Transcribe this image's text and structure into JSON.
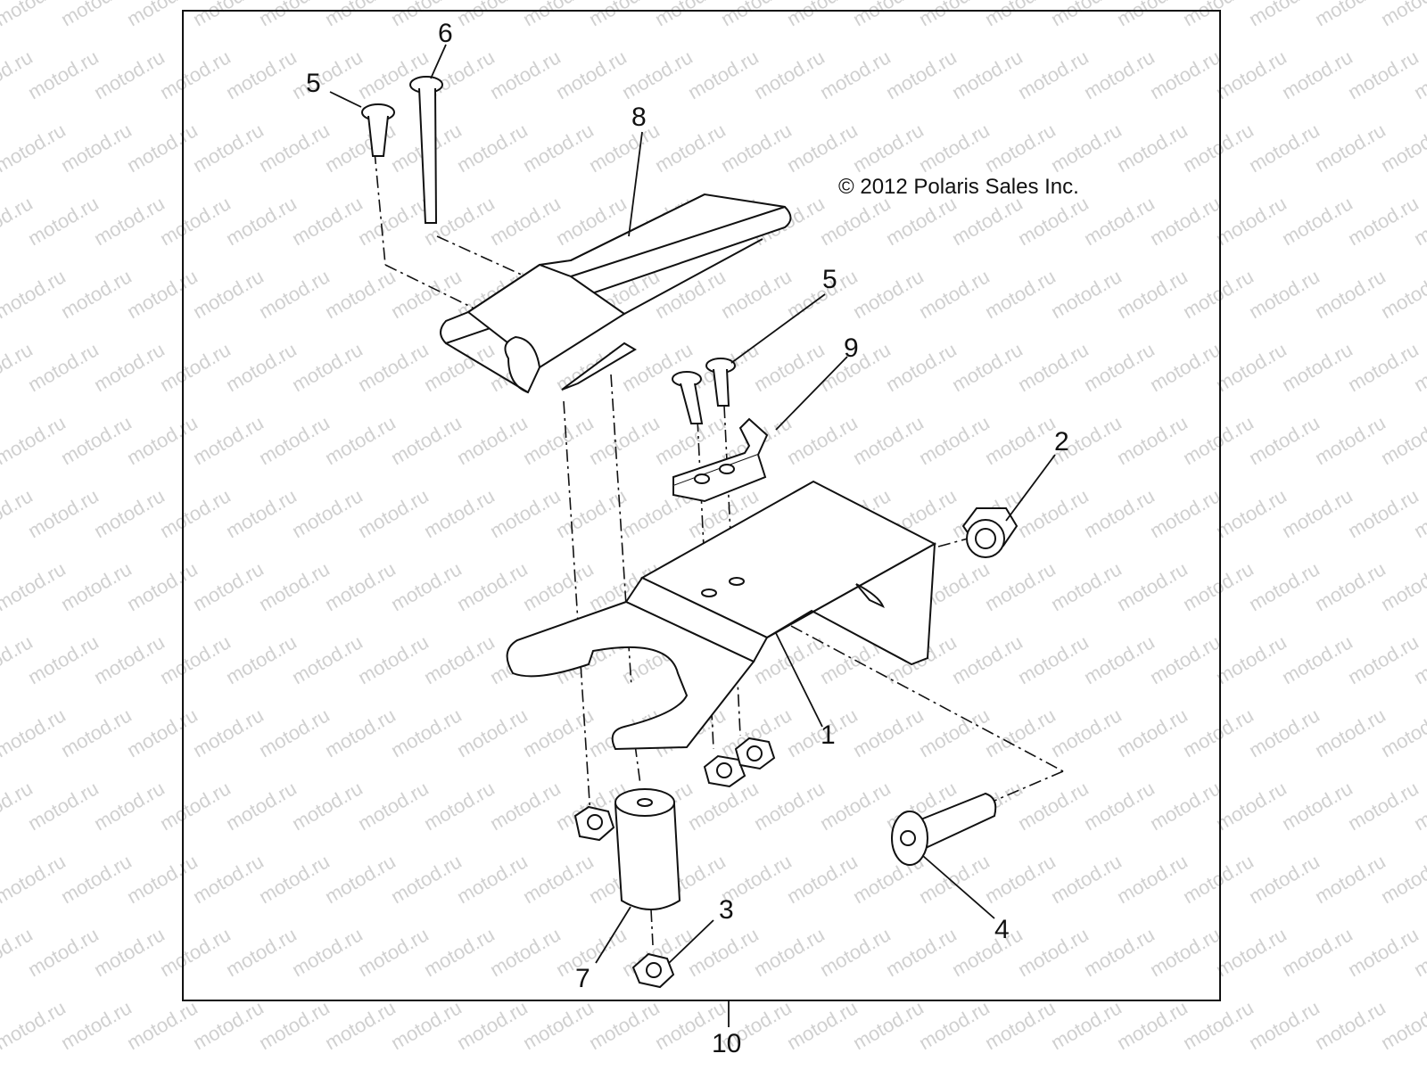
{
  "diagram": {
    "copyright": "© 2012 Polaris Sales Inc.",
    "watermark": "motod.ru",
    "callouts": [
      {
        "id": "c1",
        "label": "1"
      },
      {
        "id": "c2",
        "label": "2"
      },
      {
        "id": "c3",
        "label": "3"
      },
      {
        "id": "c4",
        "label": "4"
      },
      {
        "id": "c5a",
        "label": "5"
      },
      {
        "id": "c5b",
        "label": "5"
      },
      {
        "id": "c6",
        "label": "6"
      },
      {
        "id": "c7",
        "label": "7"
      },
      {
        "id": "c8",
        "label": "8"
      },
      {
        "id": "c9",
        "label": "9"
      },
      {
        "id": "c10",
        "label": "10"
      }
    ]
  }
}
